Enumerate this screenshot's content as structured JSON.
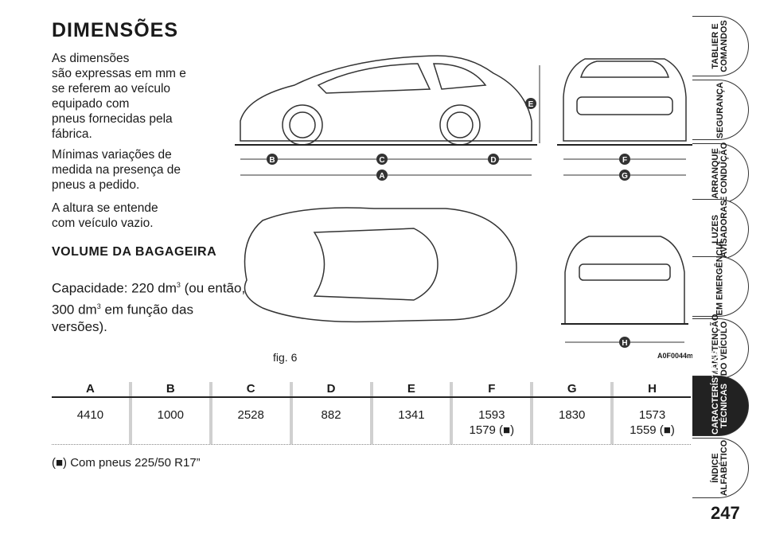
{
  "page": {
    "title": "DIMENSÕES",
    "intro": [
      "As dimensões",
      "são expressas em mm e",
      "se referem ao veículo",
      "equipado com",
      "pneus fornecidas pela",
      "fábrica."
    ],
    "variations": [
      "Mínimas variações de",
      "medida na presença de",
      "pneus a pedido."
    ],
    "height_note": [
      "A altura se entende",
      "com veículo vazio."
    ],
    "luggage_heading": "VOLUME DA BAGAGEIRA",
    "capacity": {
      "line1_pre": "Capacidade: 220 dm",
      "line1_sup": "3",
      "line1_post": " (ou então,",
      "line2_pre": "300 dm",
      "line2_sup": "3",
      "line2_post": " em função das",
      "line3": "versões)."
    },
    "figure": {
      "label": "fig. 6",
      "code": "A0F0044m",
      "markers": [
        "A",
        "B",
        "C",
        "D",
        "E",
        "F",
        "G",
        "H"
      ]
    },
    "table": {
      "headers": [
        "A",
        "B",
        "C",
        "D",
        "E",
        "F",
        "G",
        "H"
      ],
      "values": [
        [
          "4410"
        ],
        [
          "1000"
        ],
        [
          "2528"
        ],
        [
          "882"
        ],
        [
          "1341"
        ],
        [
          "1593",
          "1579 (■)"
        ],
        [
          "1830"
        ],
        [
          "1573",
          "1559 (■)"
        ]
      ]
    },
    "footnote": "(■) Com pneus 225/50 R17”",
    "page_number": "247"
  },
  "sidebar": {
    "tabs": [
      {
        "label1": "TABLIER E",
        "label2": "COMANDOS",
        "active": false
      },
      {
        "label1": "SEGURANÇA",
        "label2": "",
        "active": false
      },
      {
        "label1": "ARRANQUE",
        "label2": "E CONDUÇÃO",
        "active": false
      },
      {
        "label1": "LUZES",
        "label2": "AVISADORAS",
        "active": false
      },
      {
        "label1": "EM EMERGÊNCIA",
        "label2": "",
        "active": false
      },
      {
        "label1": "MANUTENÇÃO",
        "label2": "DO VEÍCULO",
        "active": false
      },
      {
        "label1": "CARACTERÍSTICAS",
        "label2": "TÉCNICAS",
        "active": true
      },
      {
        "label1": "ÍNDICE",
        "label2": "ALFABÉTICO",
        "active": false
      }
    ]
  },
  "colors": {
    "ink": "#1a1a1a",
    "marker": "#333333",
    "active_tab": "#222222"
  }
}
